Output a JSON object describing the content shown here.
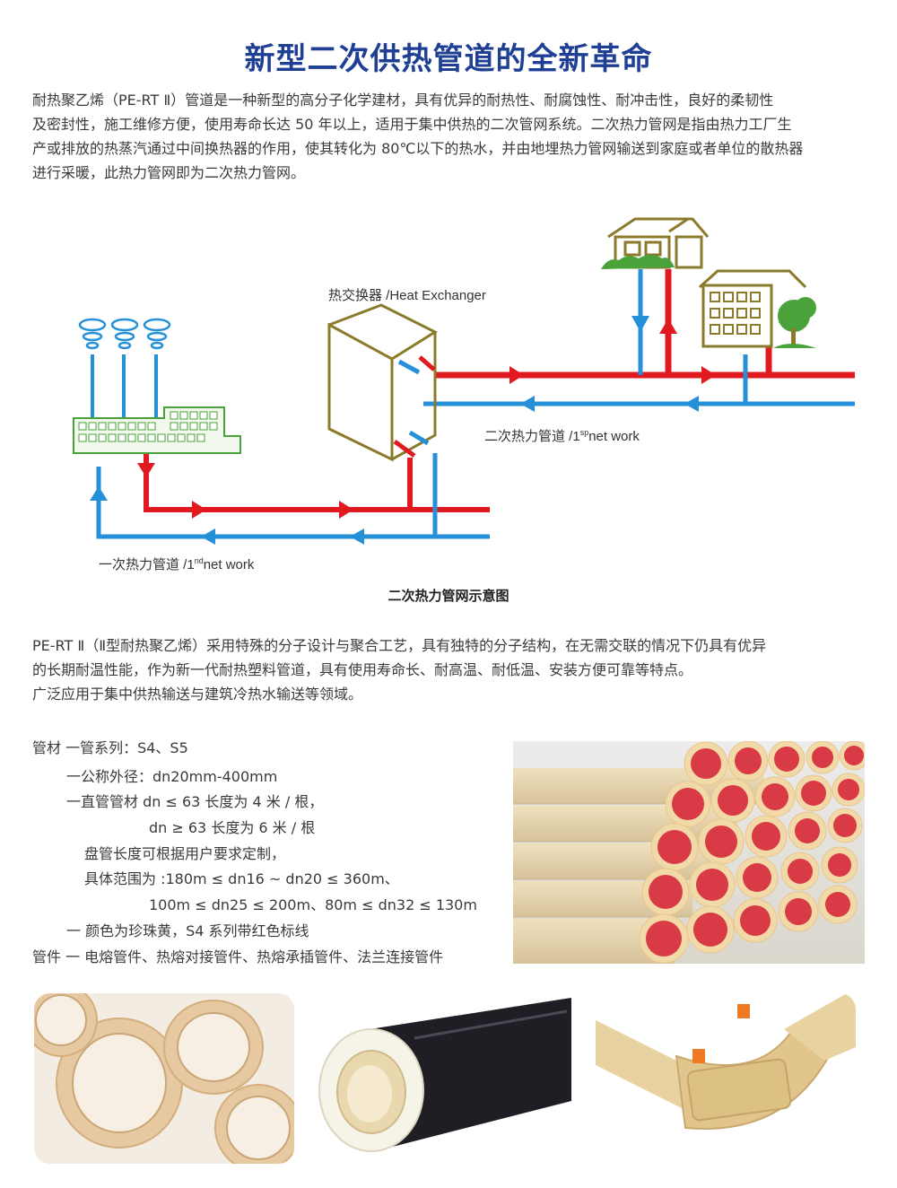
{
  "title": "新型二次供热管道的全新革命",
  "intro": [
    "耐热聚乙烯（PE-RT Ⅱ）管道是一种新型的高分子化学建材，具有优异的耐热性、耐腐蚀性、耐冲击性，良好的柔韧性",
    "及密封性，施工维修方便，使用寿命长达 50 年以上，适用于集中供热的二次管网系统。二次热力管网是指由热力工厂生",
    "产或排放的热蒸汽通过中间换热器的作用，使其转化为 80℃以下的热水，并由地埋热力管网输送到家庭或者单位的散热器",
    "进行采暖，此热力管网即为二次热力管网。"
  ],
  "diagram": {
    "exchanger_label": "热交换器 /Heat Exchanger",
    "secondary_label": "二次热力管道 /1",
    "secondary_sup": "sp",
    "secondary_suffix": "net work",
    "primary_label": "一次热力管道 /1",
    "primary_sup": "nd",
    "primary_suffix": "net work",
    "colors": {
      "hot": "#e11a22",
      "cold": "#2590d8",
      "building": "#8a7a2a",
      "factory": "#4aa23a"
    }
  },
  "caption": "二次热力管网示意图",
  "description": [
    "PE-RT Ⅱ（Ⅱ型耐热聚乙烯）采用特殊的分子设计与聚合工艺，具有独特的分子结构，在无需交联的情况下仍具有优异",
    "的长期耐温性能，作为新一代耐热塑料管道，具有使用寿命长、耐高温、耐低温、安装方便可靠等特点。",
    "广泛应用于集中供热输送与建筑冷热水输送等领域。"
  ],
  "specs": {
    "l1": "管材 一管系列：S4、S5",
    "l2": "一公称外径：dn20mm-400mm",
    "l3": "一直管管材 dn ≤ 63 长度为 4 米 / 根，",
    "l4": "dn ≥ 63 长度为 6 米 / 根",
    "l5": "盘管长度可根据用户要求定制，",
    "l6": "具体范围为 :180m ≤ dn16 ~ dn20 ≤ 360m、",
    "l7": "100m ≤ dn25 ≤ 200m、80m ≤ dn32 ≤ 130m",
    "l8": "一 颜色为珍珠黄，S4 系列带红色标线",
    "l9": "管件 一 电熔管件、热熔对接管件、热熔承插管件、法兰连接管件"
  }
}
